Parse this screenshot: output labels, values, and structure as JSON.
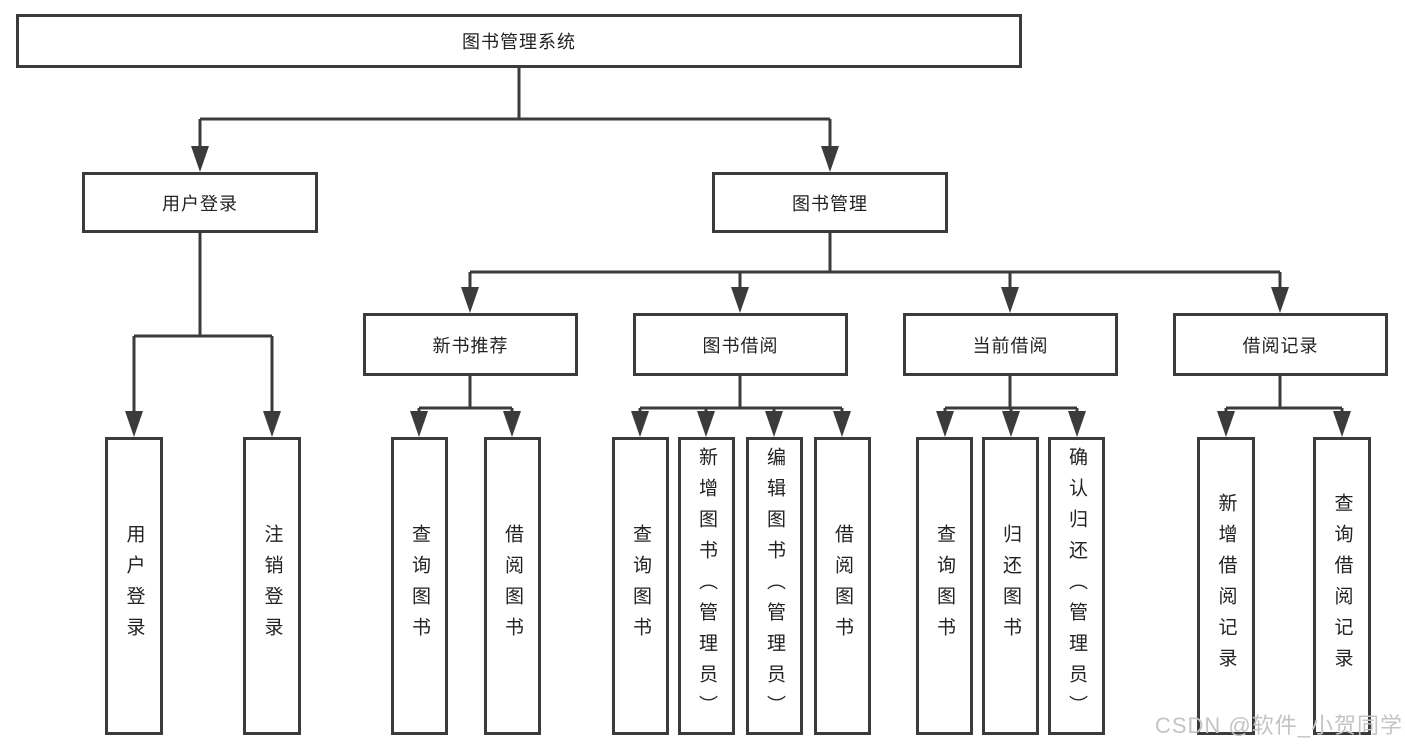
{
  "diagram_title": "图书管理系统",
  "tree": {
    "root": {
      "label": "图书管理系统"
    },
    "branches": [
      {
        "label": "用户登录",
        "children": [
          {
            "label": "用户登录"
          },
          {
            "label": "注销登录"
          }
        ]
      },
      {
        "label": "图书管理",
        "children": [
          {
            "label": "新书推荐",
            "children": [
              {
                "label": "查询图书"
              },
              {
                "label": "借阅图书"
              }
            ]
          },
          {
            "label": "图书借阅",
            "children": [
              {
                "label": "查询图书"
              },
              {
                "label": "新增图书（管理员）"
              },
              {
                "label": "编辑图书（管理员）"
              },
              {
                "label": "借阅图书"
              }
            ]
          },
          {
            "label": "当前借阅",
            "children": [
              {
                "label": "查询图书"
              },
              {
                "label": "归还图书"
              },
              {
                "label": "确认归还（管理员）"
              }
            ]
          },
          {
            "label": "借阅记录",
            "children": [
              {
                "label": "新增借阅记录"
              },
              {
                "label": "查询借阅记录"
              }
            ]
          }
        ]
      }
    ]
  },
  "watermark": {
    "text": "CSDN @软件_小贺同学"
  },
  "colors": {
    "line": "#3b3b3b",
    "box_border": "#3b3b3b",
    "text": "#222222",
    "watermark_text": "#c4c4c4",
    "background": "#ffffff"
  }
}
